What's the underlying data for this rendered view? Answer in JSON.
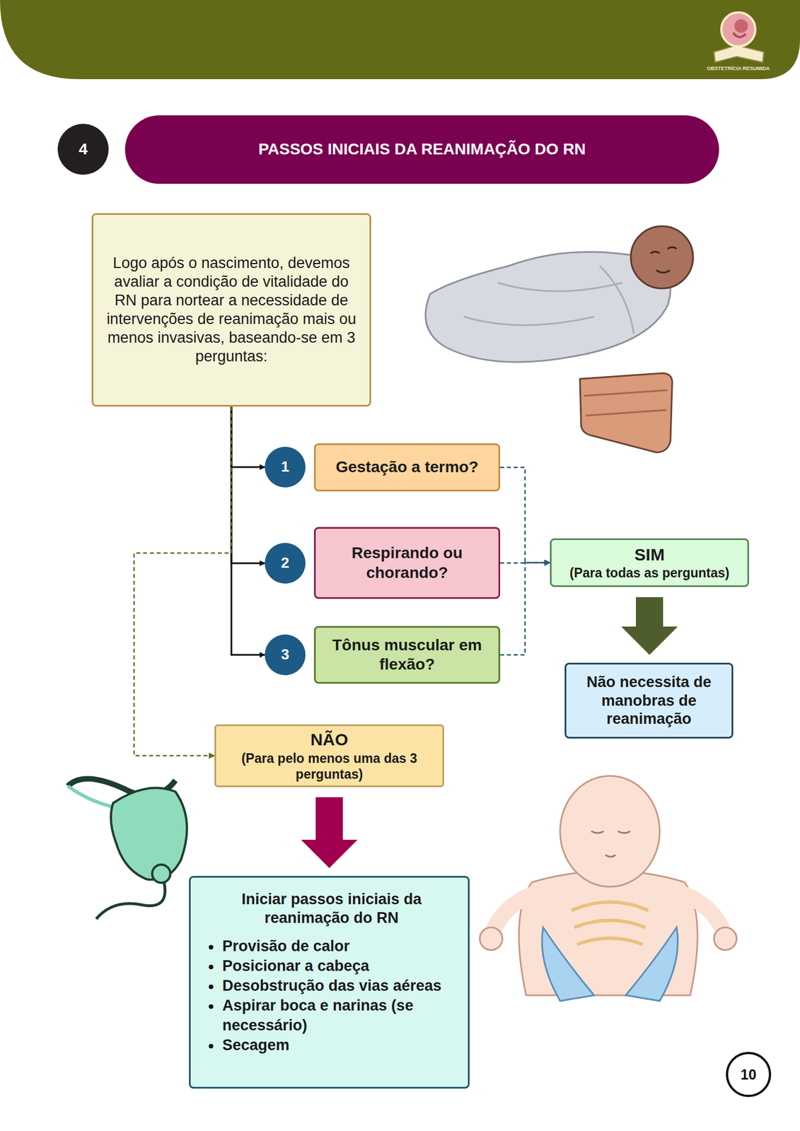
{
  "diagram": {
    "title": "PASSOS INICIAIS DA REANIMAÇÃO DO RN",
    "nodes": [
      {
        "text": [
          "4"
        ]
      },
      {
        "text": [
          "Logo após o nascimento, devemos avaliar a condição de vitalidade do RN para nortear a necessidade de intervenções de reanimação mais ou menos invasivas, baseando-se em 3 perguntas:"
        ]
      },
      {
        "text": [
          "1"
        ]
      },
      {
        "text": [
          "Gestação a termo?"
        ]
      },
      {
        "text": [
          "2"
        ]
      },
      {
        "text": [
          "Respirando ou chorando?"
        ]
      },
      {
        "text": [
          "3"
        ]
      },
      {
        "text": [
          "Tônus muscular em flexão?"
        ]
      },
      {
        "text": [
          "SIM",
          "(Para todas as perguntas)"
        ]
      },
      {
        "text": [
          "Não necessita de manobras de reanimação"
        ]
      },
      {
        "text": [
          "NÃO",
          "(Para pelo menos uma das 3 perguntas)"
        ]
      },
      {
        "text": [
          "Iniciar passos iniciais da reanimação do RN",
          "Provisão de calor",
          "Posicionar a cabeça",
          "Desobstrução das vias aéreas",
          "Aspirar boca e narinas (se necessário)",
          "Secagem"
        ]
      },
      {
        "text": [
          "10"
        ]
      }
    ],
    "edges": [
      {
        "from": 1,
        "to": 2,
        "arrow": "to"
      },
      {
        "from": 1,
        "to": 4,
        "arrow": "to"
      },
      {
        "from": 1,
        "to": 6,
        "arrow": "to"
      },
      {
        "from": 3,
        "to": 8,
        "arrow": "to"
      },
      {
        "from": 5,
        "to": 8,
        "arrow": "to"
      },
      {
        "from": 7,
        "to": 8,
        "arrow": "to"
      },
      {
        "from": 1,
        "to": 10,
        "arrow": "to"
      },
      {
        "from": 8,
        "to": 9,
        "arrow": "to"
      },
      {
        "from": 10,
        "to": 11,
        "arrow": "to"
      }
    ],
    "labels": [
      "OBSTETRÍCIA RESUMIDA"
    ]
  }
}
